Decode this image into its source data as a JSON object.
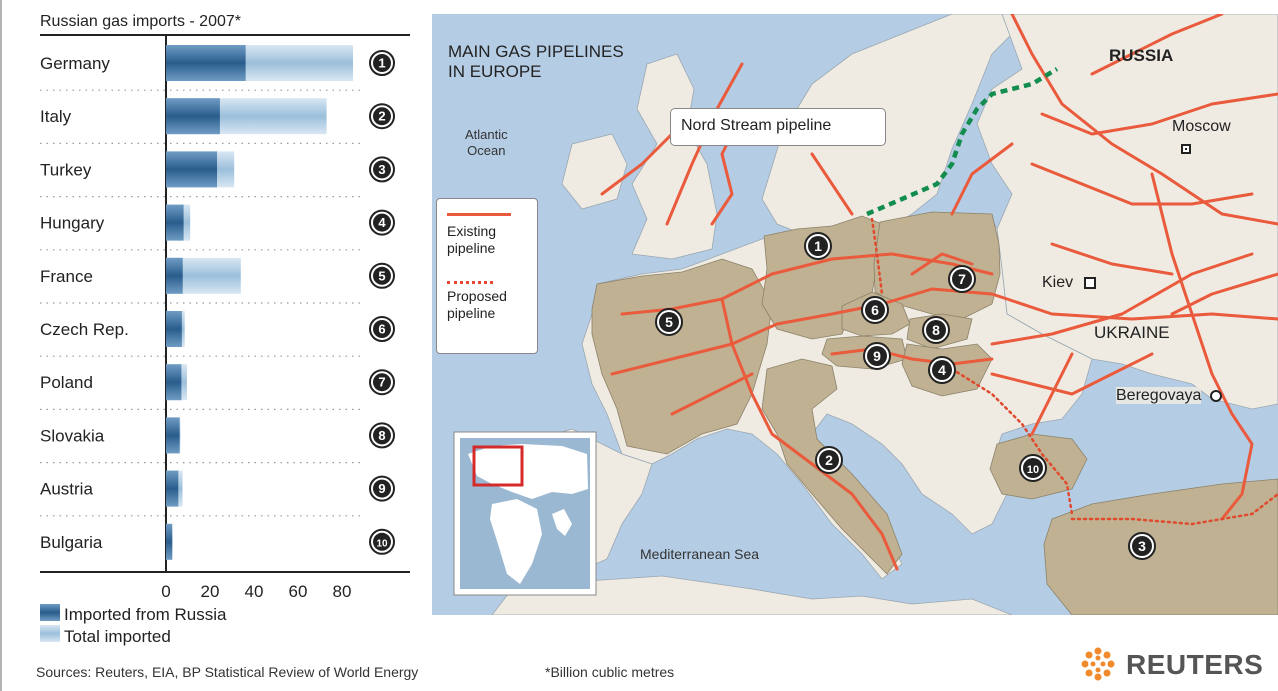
{
  "chart_data": {
    "type": "bar",
    "orientation": "horizontal",
    "title": "Russian gas imports - 2007*",
    "categories": [
      "Germany",
      "Italy",
      "Turkey",
      "Hungary",
      "France",
      "Czech Rep.",
      "Poland",
      "Slovakia",
      "Austria",
      "Bulgaria"
    ],
    "markers": [
      "1",
      "2",
      "3",
      "4",
      "5",
      "6",
      "7",
      "8",
      "9",
      "10"
    ],
    "series": [
      {
        "name": "Imported from Russia",
        "values": [
          36.2,
          24.5,
          23.2,
          8.0,
          7.6,
          7.2,
          7.0,
          6.2,
          5.6,
          2.8
        ],
        "color": "#2c5f8e"
      },
      {
        "name": "Total imported",
        "values": [
          85,
          73,
          31,
          11,
          34,
          8.5,
          9.5,
          6.5,
          7.5,
          3.0
        ],
        "color": "#9ec2de"
      }
    ],
    "xlim": [
      0,
      90
    ],
    "xticks": [
      0,
      20,
      40,
      60,
      80
    ],
    "legend_position": "bottom-left"
  },
  "map": {
    "title_line1": "MAIN GAS PIPELINES",
    "title_line2": "IN EUROPE",
    "callout": "Nord Stream pipeline",
    "legend_existing_1": "Existing",
    "legend_existing_2": "pipeline",
    "legend_proposed_1": "Proposed",
    "legend_proposed_2": "pipeline",
    "labels": {
      "russia": "RUSSIA",
      "moscow": "Moscow",
      "kiev": "Kiev",
      "ukraine": "UKRAINE",
      "beregovaya": "Beregovaya",
      "atlantic_1": "Atlantic",
      "atlantic_2": "Ocean",
      "mediterranean": "Mediterranean Sea"
    },
    "colors": {
      "sea": "#b5cde4",
      "land": "#efebe3",
      "importer": "#bfb191",
      "pipeline": "#ea5a3c",
      "nord_stream": "#138c4f"
    }
  },
  "footer": {
    "sources": "Sources: Reuters, EIA, BP Statistical Review of World Energy",
    "unit_note": "*Billion cublic metres",
    "brand": "REUTERS"
  }
}
